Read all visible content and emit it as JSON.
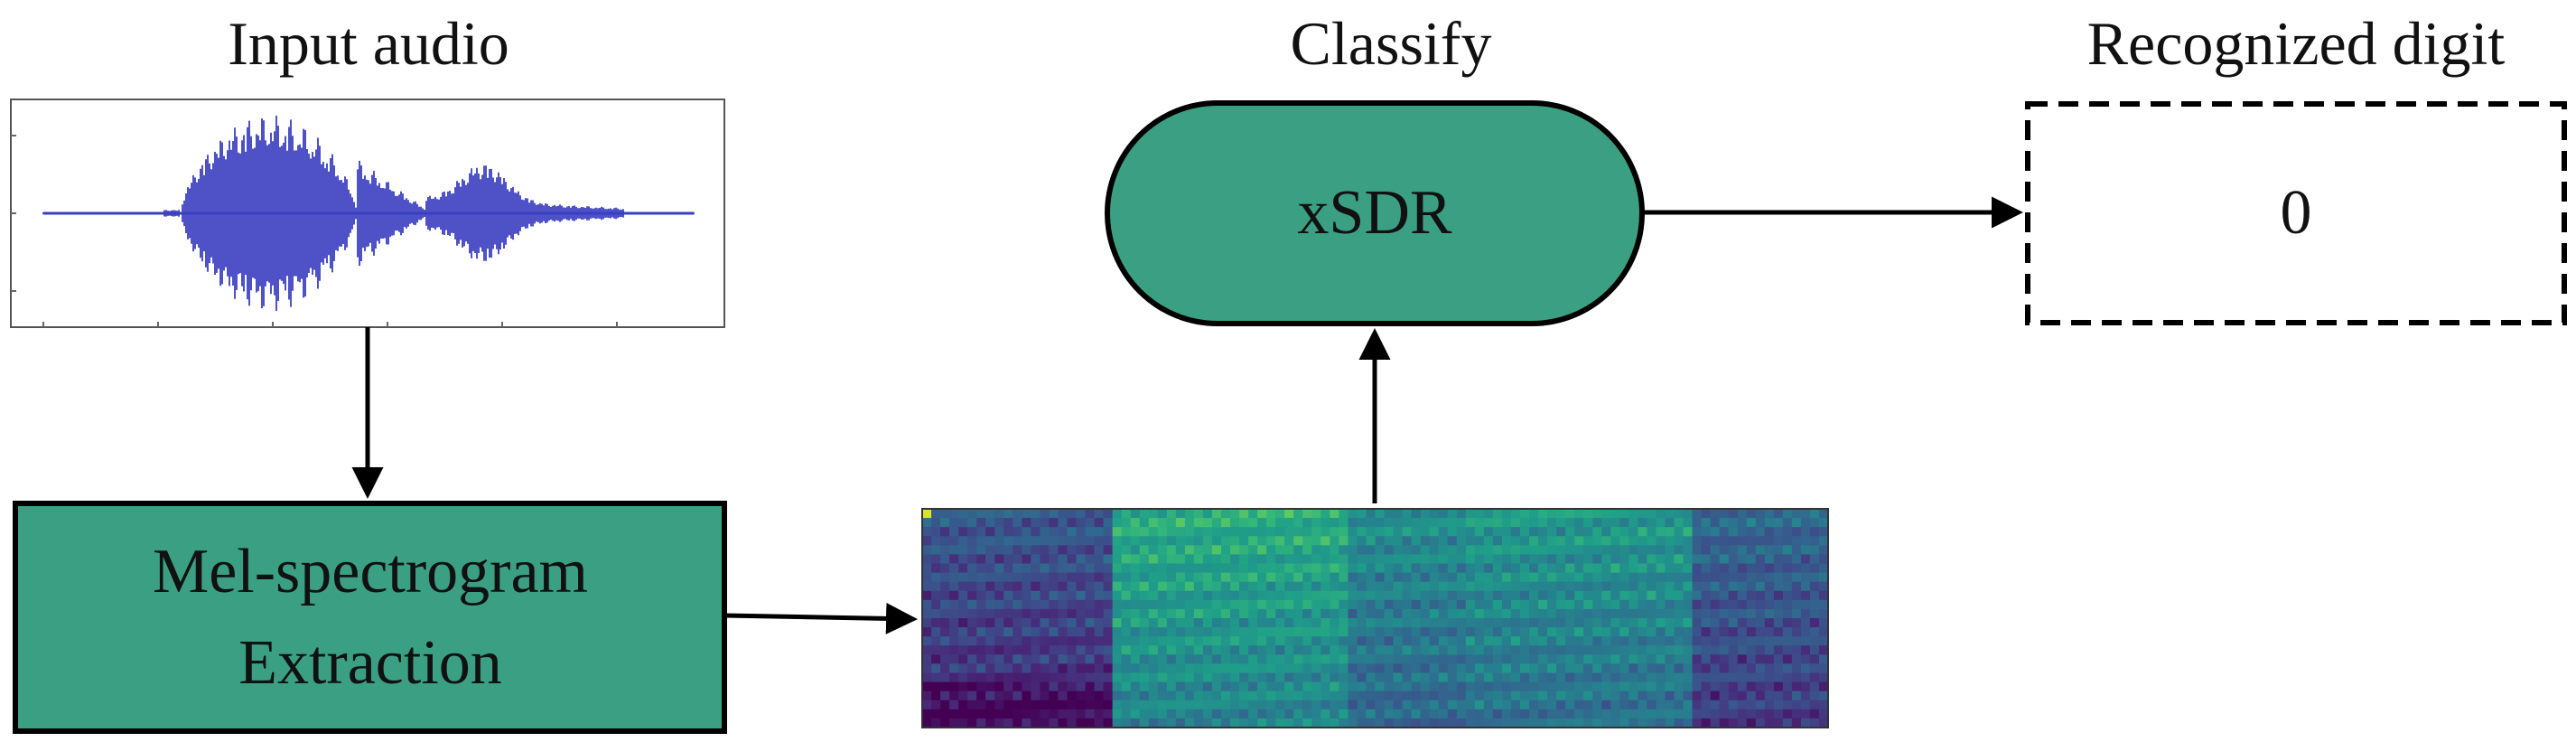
{
  "captions": {
    "input": "Input audio",
    "classify": "Classify",
    "output": "Recognized digit"
  },
  "nodes": {
    "extraction": {
      "line1": "Mel-spectrogram",
      "line2": "Extraction"
    },
    "classifier": "xSDR",
    "result": "0"
  },
  "colors": {
    "node_fill": "#3ba083",
    "stroke": "#000000",
    "waveform": "#3a3fc0",
    "spectrogram_colormap": "viridis"
  }
}
